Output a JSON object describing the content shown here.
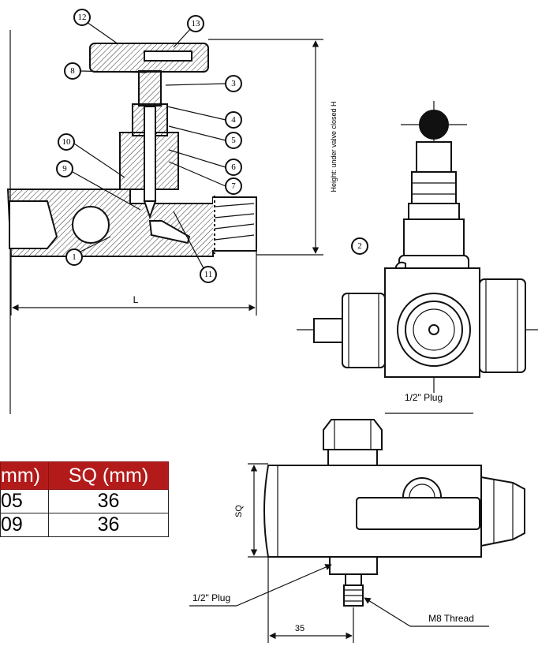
{
  "callouts": [
    "1",
    "2",
    "3",
    "4",
    "5",
    "6",
    "7",
    "8",
    "9",
    "10",
    "11",
    "12",
    "13"
  ],
  "labels": {
    "length": "L",
    "height": "Height: under valve closed  H",
    "plug_top": "1/2\" Plug",
    "plug_bottom": "1/2\" Plug",
    "thread": "M8 Thread",
    "sq": "SQ",
    "dim_35": "35"
  },
  "table": {
    "headers": [
      "mm)",
      "SQ (mm)"
    ],
    "rows": [
      [
        "05",
        "36"
      ],
      [
        "09",
        "36"
      ]
    ]
  },
  "colors": {
    "table_header": "#b31b1b",
    "lines": "#111111"
  }
}
